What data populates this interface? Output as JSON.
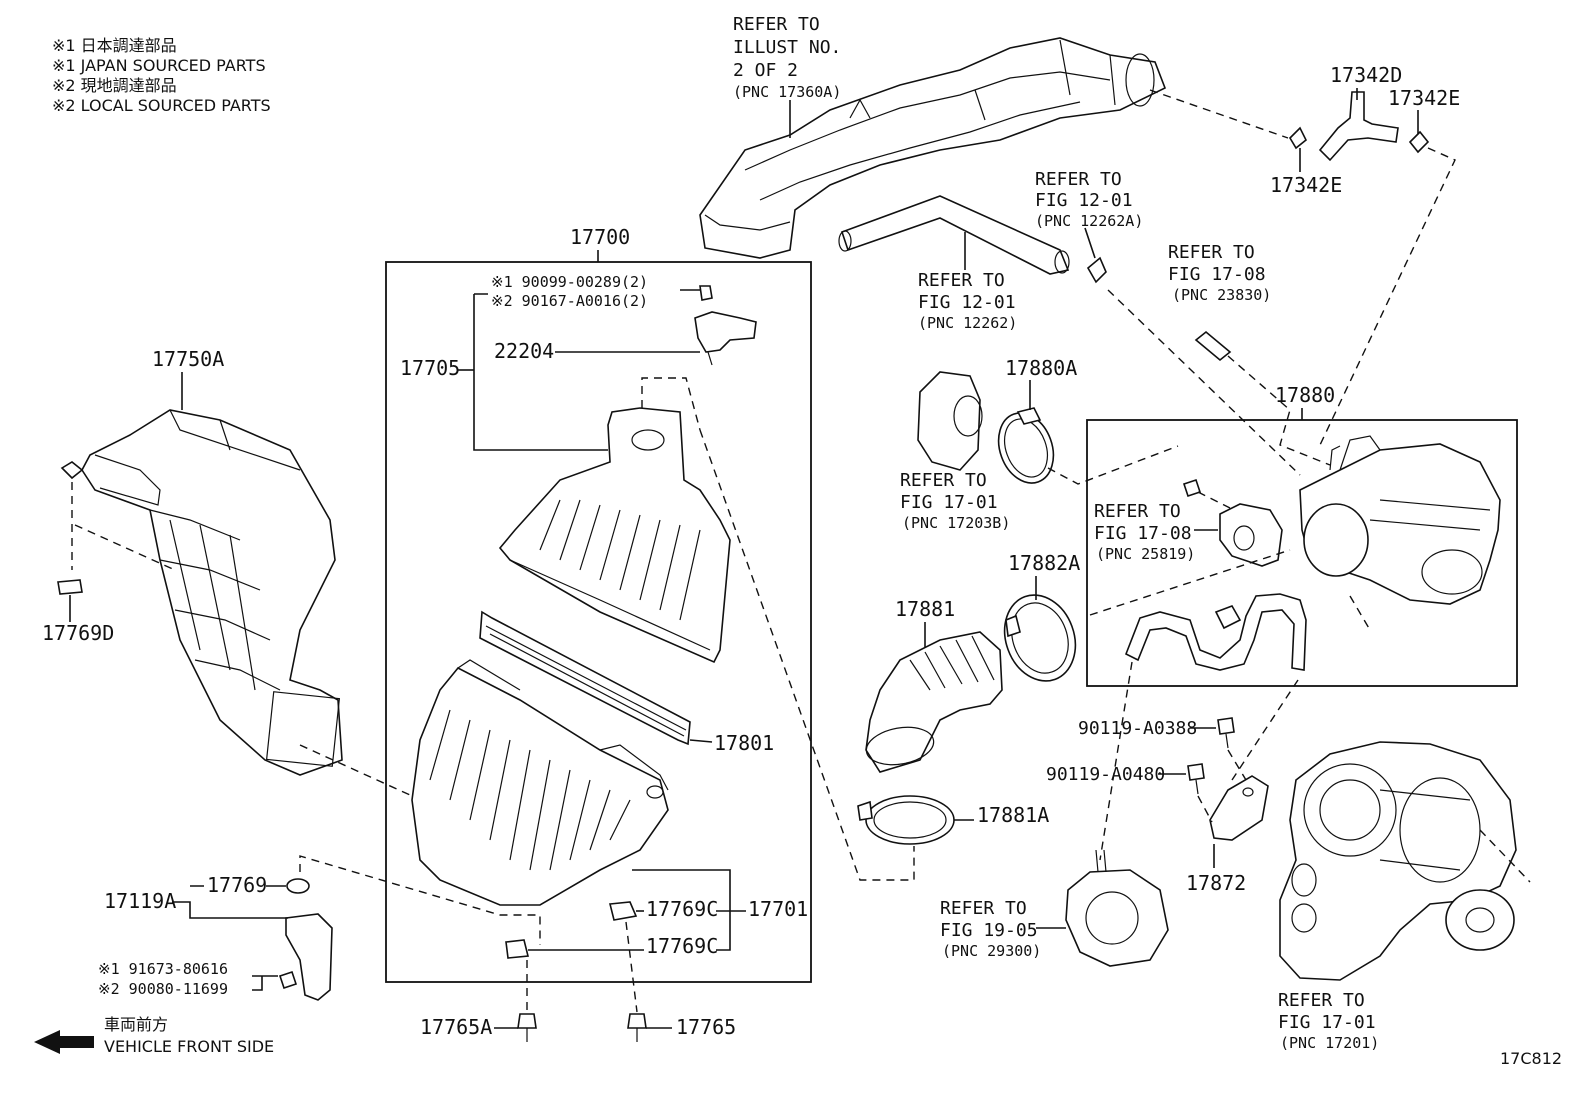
{
  "notes": {
    "line1": "※1  日本調達部品",
    "line2": "※1  JAPAN SOURCED PARTS",
    "line3": "※2  現地調達部品",
    "line4": "※2  LOCAL SOURCED PARTS"
  },
  "refs": {
    "r17360a": [
      "REFER TO",
      "ILLUST NO.",
      "2 OF 2",
      "(PNC 17360A)"
    ],
    "r12262a": [
      "REFER TO",
      "FIG 12-01",
      "(PNC 12262A)"
    ],
    "r12262": [
      "REFER TO",
      "FIG 12-01",
      "(PNC 12262)"
    ],
    "r23830": [
      "REFER TO",
      "FIG 17-08",
      "(PNC 23830)"
    ],
    "r17203b": [
      "REFER TO",
      "FIG 17-01",
      "(PNC 17203B)"
    ],
    "r25819": [
      "REFER TO",
      "FIG 17-08",
      "(PNC 25819)"
    ],
    "r29300": [
      "REFER TO",
      "FIG 19-05",
      "(PNC 29300)"
    ],
    "r17201": [
      "REFER TO",
      "FIG 17-01",
      "(PNC 17201)"
    ]
  },
  "parts": {
    "p17342d": "17342D",
    "p17342e_a": "17342E",
    "p17342e_b": "17342E",
    "p17700": "17700",
    "p17750a": "17750A",
    "p17769d": "17769D",
    "p17705": "17705",
    "p22204": "22204",
    "p90099": "※1 90099-00289(2)",
    "p90167": "※2 90167-A0016(2)",
    "p17801": "17801",
    "p17880": "17880",
    "p17880a": "17880A",
    "p17882a": "17882A",
    "p17881": "17881",
    "p17881a": "17881A",
    "p90119a": "90119-A0388",
    "p90119b": "90119-A0480",
    "p17872": "17872",
    "p17119a": "17119A",
    "p17769": "17769",
    "p17769c_a": "17769C",
    "p17769c_b": "17769C",
    "p17701": "17701",
    "p91673": "※1 91673-80616",
    "p90080": "※2 90080-11699",
    "p17765a": "17765A",
    "p17765": "17765"
  },
  "footer": {
    "front_jp": "車両前方",
    "front_en": "VEHICLE FRONT SIDE",
    "code": "17C812"
  }
}
